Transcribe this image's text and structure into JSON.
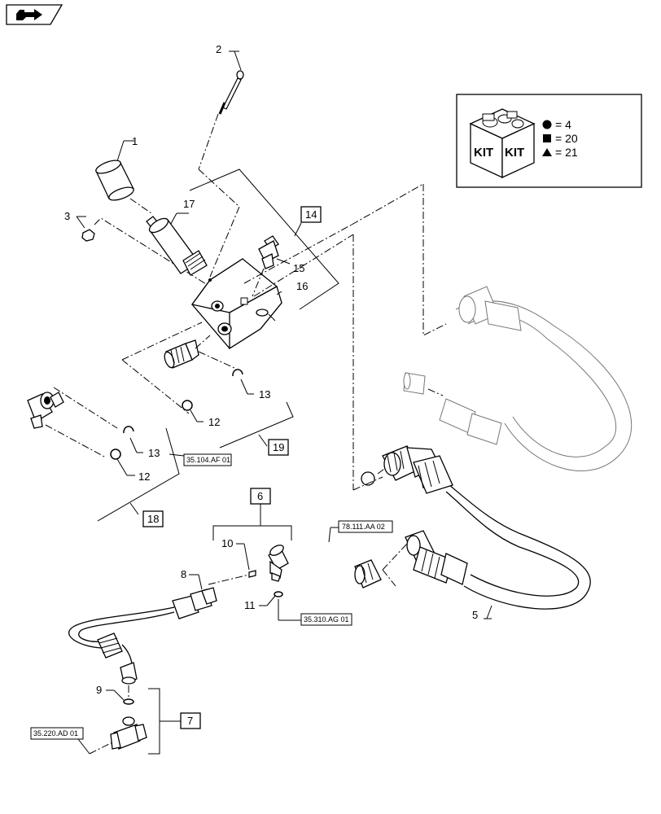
{
  "nav": {
    "icon": "back-arrow-icon"
  },
  "kit": {
    "label_left": "KIT",
    "label_right": "KIT",
    "legend": [
      {
        "symbol": "circle",
        "text": "= 4"
      },
      {
        "symbol": "square",
        "text": "= 20"
      },
      {
        "symbol": "triangle",
        "text": "= 21"
      }
    ]
  },
  "callouts": {
    "c1": "1",
    "c2": "2",
    "c3": "3",
    "c5": "5",
    "c8": "8",
    "c9": "9",
    "c10": "10",
    "c11": "11",
    "c12a": "12",
    "c12b": "12",
    "c13a": "13",
    "c13b": "13",
    "c15": "15",
    "c16": "16",
    "c17": "17"
  },
  "boxed": {
    "b6": "6",
    "b7": "7",
    "b14": "14",
    "b18": "18",
    "b19": "19"
  },
  "references": {
    "r1": "35.104.AF 01",
    "r2": "78.111.AA 02",
    "r3": "35.310.AG 01",
    "r4": "35.220.AD 01"
  }
}
